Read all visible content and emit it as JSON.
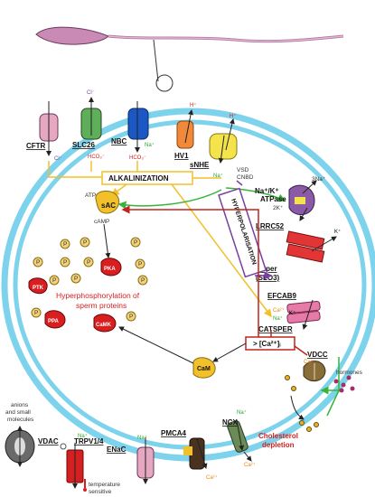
{
  "channels": {
    "cftr": "CFTR",
    "slc26": "SLC26",
    "nbc": "NBC",
    "hv1": "HV1",
    "snhe": "sNHE",
    "nak_line1": "Na⁺/K⁺",
    "nak_line2": "ATPase",
    "lrrc52": "LRRC52",
    "ksper_line1": "KSper",
    "ksper_line2": "(SLO3)",
    "efcab9": "EFCAB9",
    "catsper": "CATSPER",
    "vdcc": "VDCC",
    "ncx": "NCX",
    "pmca4": "PMCA4",
    "enac": "ENaC",
    "trpv": "TRPV1/4",
    "vdac": "VDAC"
  },
  "ions": {
    "cl": "Cl⁻",
    "hco3": "HCO₃⁻",
    "na": "Na⁺",
    "h": "H⁺",
    "k": "K⁺",
    "ca": "Ca²⁺",
    "three_na": "3Na⁺",
    "two_k": "2K⁺"
  },
  "labels": {
    "alkalinization": "ALKALINIZATION",
    "hyperpolarisation": "HYPERPOLARISATION",
    "sac": "sAC",
    "atp": "ATP",
    "camp": "cAMP",
    "pka": "PKA",
    "ptk": "PTK",
    "ppa": "PPA",
    "camk": "CaMK",
    "cam": "CaM",
    "p": "P",
    "hyperphos_line1": "Hyperphosphorylation of",
    "hyperphos_line2": "sperm proteins",
    "ca_increase": "> [Ca²⁺]ᵢ",
    "vsd_line1": "VSD",
    "vsd_line2": "CNBD",
    "hormones": "hormones",
    "cholesterol_line1": "Cholesterol",
    "cholesterol_line2": "depletion",
    "anions_line1": "anions",
    "anions_line2": "and small",
    "anions_line3": "molecules",
    "temperature_line1": "temperature",
    "temperature_line2": "sensitive"
  },
  "colors": {
    "membrane": "#7dd3ec",
    "alkalinization_arrow": "#f2c02a",
    "hyperpolarisation_arrow": "#7a3ea0",
    "ca_arrow": "#c0241c",
    "green_arrow": "#37b53a",
    "p_dot": "#f3d27a",
    "red_blob": "#d81e1e"
  }
}
